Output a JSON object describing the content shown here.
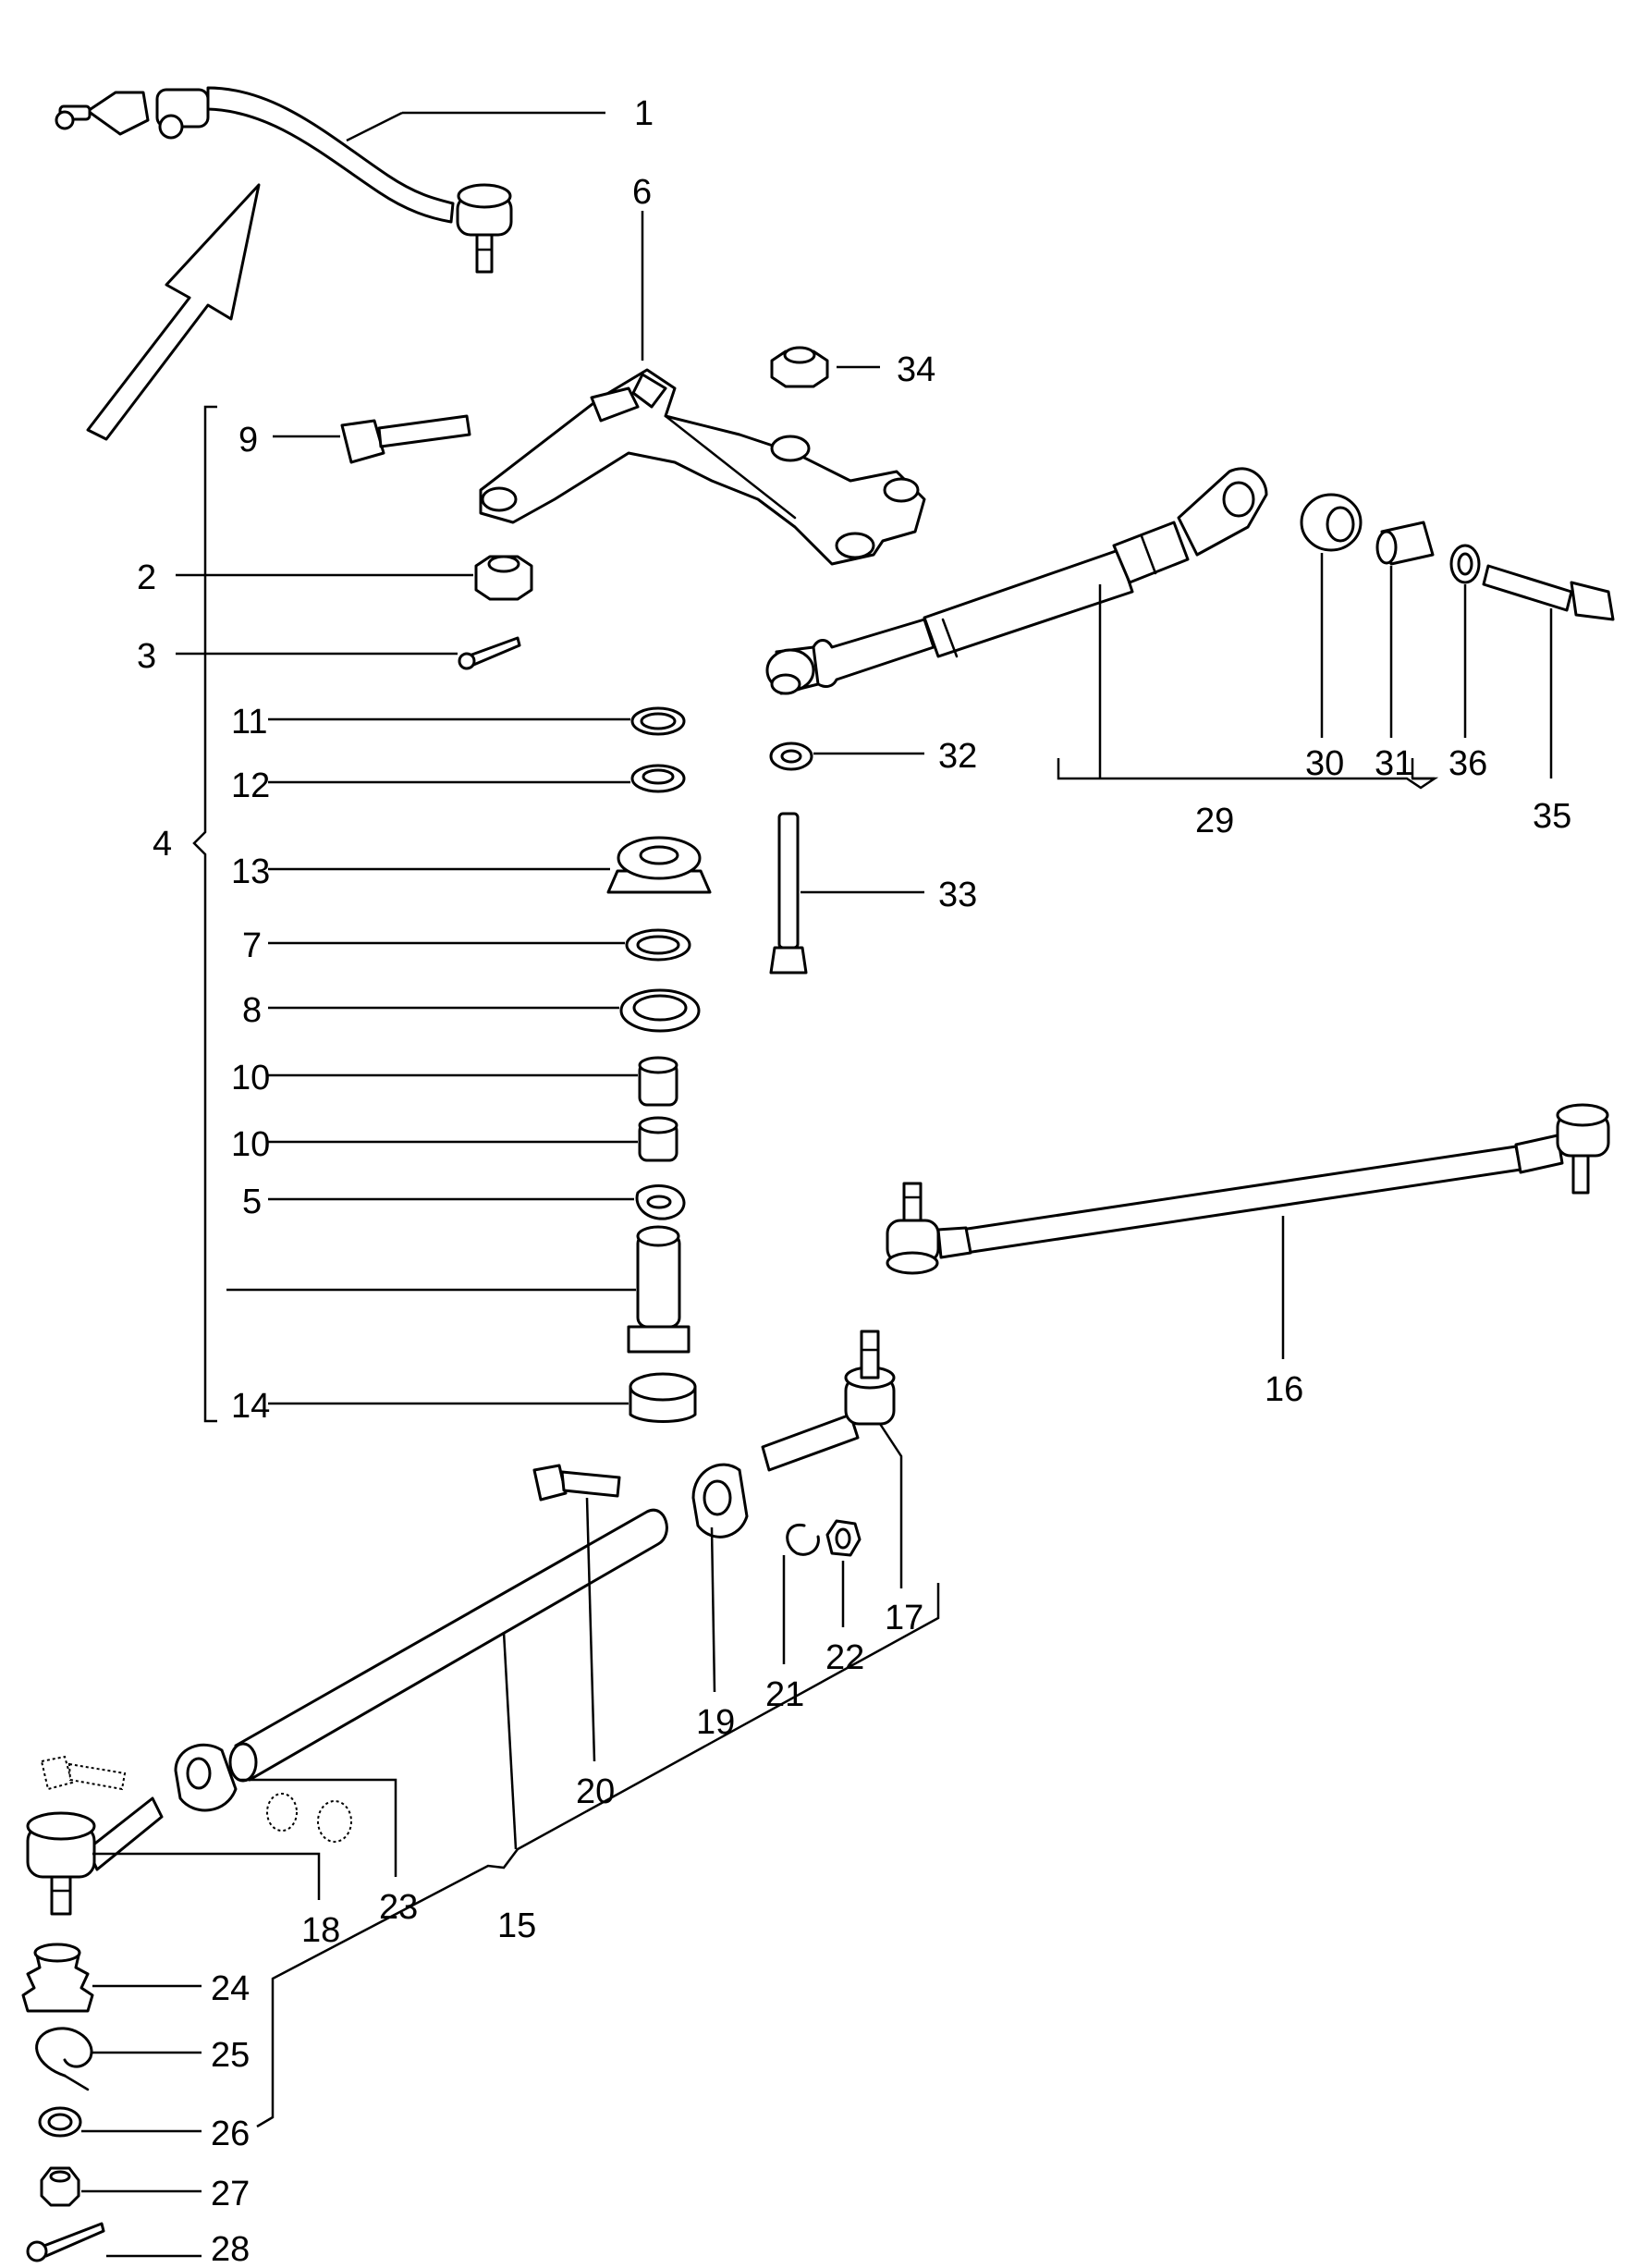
{
  "labels": {
    "l1": "1",
    "l2": "2",
    "l3": "3",
    "l4": "4",
    "l5": "5",
    "l6": "6",
    "l7": "7",
    "l8": "8",
    "l9": "9",
    "l10a": "10",
    "l10b": "10",
    "l11": "11",
    "l12": "12",
    "l13": "13",
    "l14": "14",
    "l15": "15",
    "l16": "16",
    "l17": "17",
    "l18": "18",
    "l19": "19",
    "l20": "20",
    "l21": "21",
    "l22": "22",
    "l23": "23",
    "l24": "24",
    "l25": "25",
    "l26": "26",
    "l27": "27",
    "l28": "28",
    "l29": "29",
    "l30": "30",
    "l31": "31",
    "l32": "32",
    "l33": "33",
    "l34": "34",
    "l35": "35",
    "l36": "36"
  }
}
